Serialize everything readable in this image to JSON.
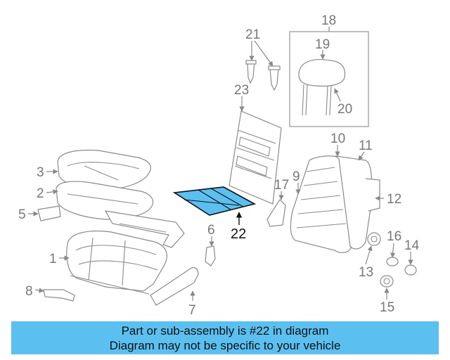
{
  "callouts": {
    "c1": "1",
    "c2": "2",
    "c3": "3",
    "c5": "5",
    "c6": "6",
    "c7": "7",
    "c8": "8",
    "c9": "9",
    "c10": "10",
    "c11": "11",
    "c12": "12",
    "c13": "13",
    "c14": "14",
    "c15": "15",
    "c16": "16",
    "c17": "17",
    "c18": "18",
    "c19": "19",
    "c20": "20",
    "c21": "21",
    "c22": "22",
    "c23": "23"
  },
  "highlight": {
    "part": "22",
    "color": "#5bc0f0"
  },
  "banner": {
    "line1": "Part or sub-assembly is #22 in diagram",
    "line2": "Diagram may not be specific to your vehicle",
    "color": "#5bc0f0"
  }
}
